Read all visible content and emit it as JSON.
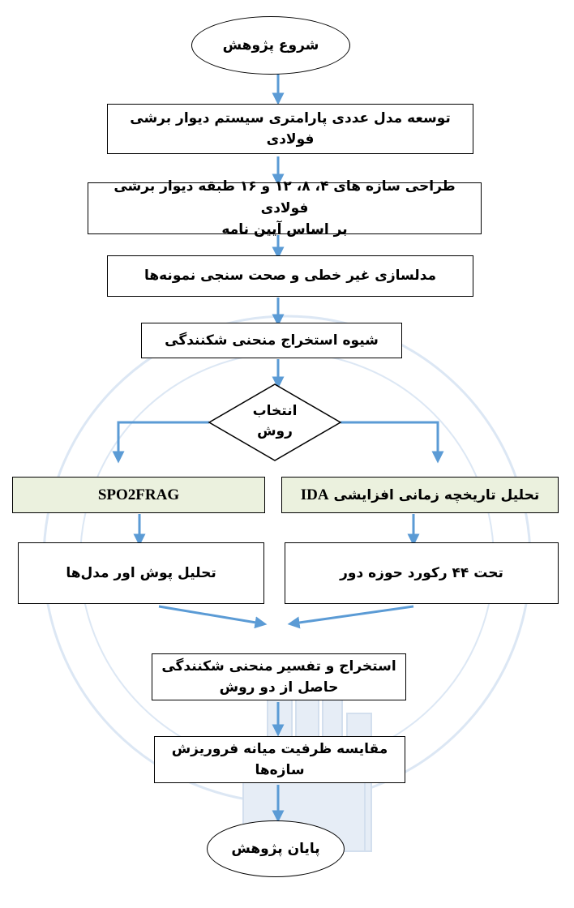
{
  "flowchart": {
    "start": "شروع پژوهش",
    "step1": "توسعه مدل عددی پارامتری سیستم دیوار برشی فولادی",
    "step2_line1": "طراحی سازه های ۴، ۸، ۱۲ و ۱۶ طبقه دیوار برشی فولادی",
    "step2_line2": "بر اساس آیین نامه",
    "step3": "مدلسازی غیر خطی و صحت سنجی نمونه‌ها",
    "step4": "شیوه استخراج منحنی شکنندگی",
    "decision_line1": "انتخاب",
    "decision_line2": "روش",
    "left_method": "SPO2FRAG",
    "right_method_text": "تحلیل تاریخچه زمانی افزایشی",
    "right_method_abbr": "IDA",
    "left_detail": "تحلیل پوش اور مدل‌ها",
    "right_detail": "تحت ۴۴ رکورد حوزه دور",
    "step5_line1": "استخراج و تفسیر منحنی شکنندگی",
    "step5_line2": "حاصل از دو روش",
    "step6": "مقایسه ظرفیت میانه فروریزش سازه‌ها",
    "end": "پایان پژوهش"
  },
  "colors": {
    "arrow": "#5b9bd5",
    "green_fill": "#ebf1de",
    "watermark": "#dce7f4"
  }
}
